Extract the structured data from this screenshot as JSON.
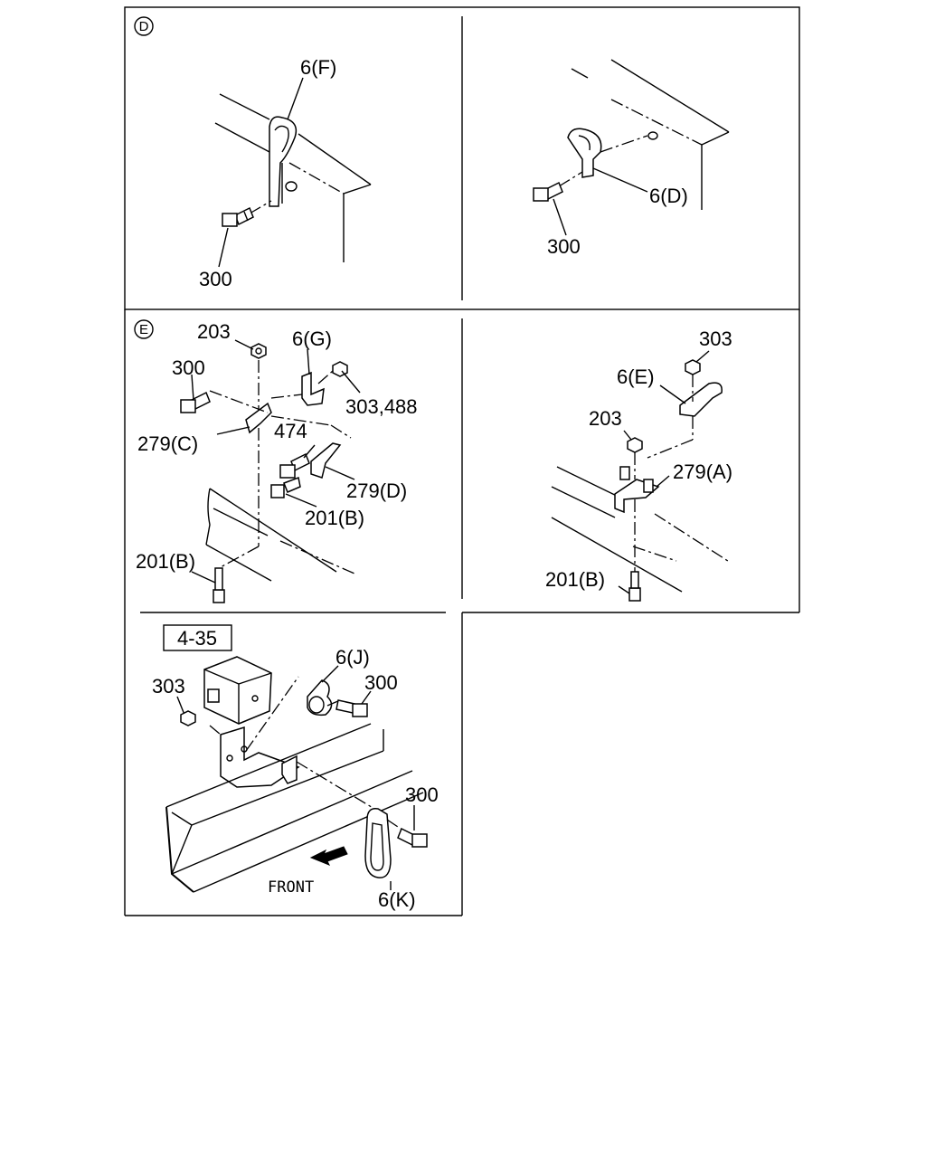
{
  "sections": {
    "d_marker": "D",
    "e_marker": "E"
  },
  "labels": {
    "p1_6F": "6(F)",
    "p1_300": "300",
    "p2_6D": "6(D)",
    "p2_300": "300",
    "p3_203": "203",
    "p3_6G": "6(G)",
    "p3_300": "300",
    "p3_303_488": "303,488",
    "p3_279C": "279(C)",
    "p3_474": "474",
    "p3_279D": "279(D)",
    "p3_201B_a": "201(B)",
    "p3_201B_b": "201(B)",
    "p4_303": "303",
    "p4_6E": "6(E)",
    "p4_203": "203",
    "p4_279A": "279(A)",
    "p4_201B": "201(B)",
    "p5_ref": "4-35",
    "p5_6J": "6(J)",
    "p5_303": "303",
    "p5_300a": "300",
    "p5_300b": "300",
    "p5_front": "FRONT",
    "p5_6K": "6(K)"
  }
}
